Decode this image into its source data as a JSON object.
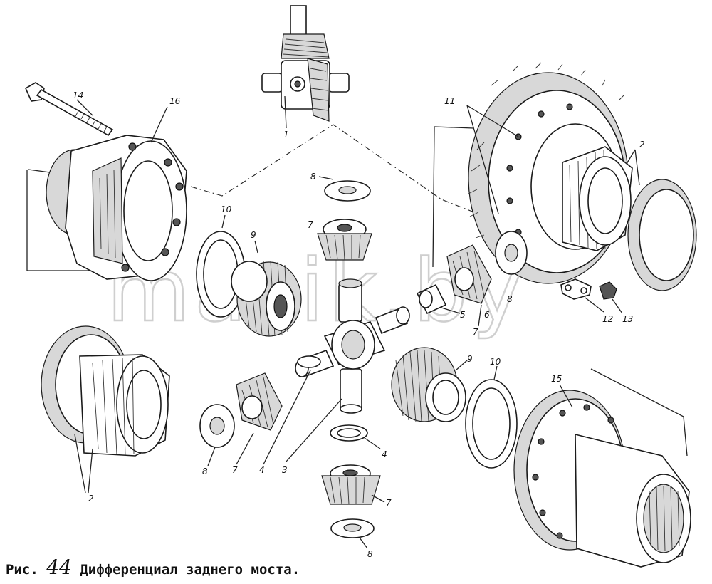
{
  "caption": {
    "prefix": "Рис.",
    "number": "44",
    "title": "Дифференциал заднего моста."
  },
  "watermark": "mazik.by",
  "callouts": {
    "c1": "1",
    "c2a": "2",
    "c2b": "2",
    "c3": "3",
    "c4a": "4",
    "c4b": "4",
    "c5": "5",
    "c6": "6",
    "c7a": "7",
    "c7b": "7",
    "c7c": "7",
    "c7d": "7",
    "c8a": "8",
    "c8b": "8",
    "c8c": "8",
    "c8d": "8",
    "c9a": "9",
    "c9b": "9",
    "c10a": "10",
    "c10b": "10",
    "c11": "11",
    "c12": "12",
    "c13": "13",
    "c14": "14",
    "c15": "15",
    "c16": "16"
  }
}
